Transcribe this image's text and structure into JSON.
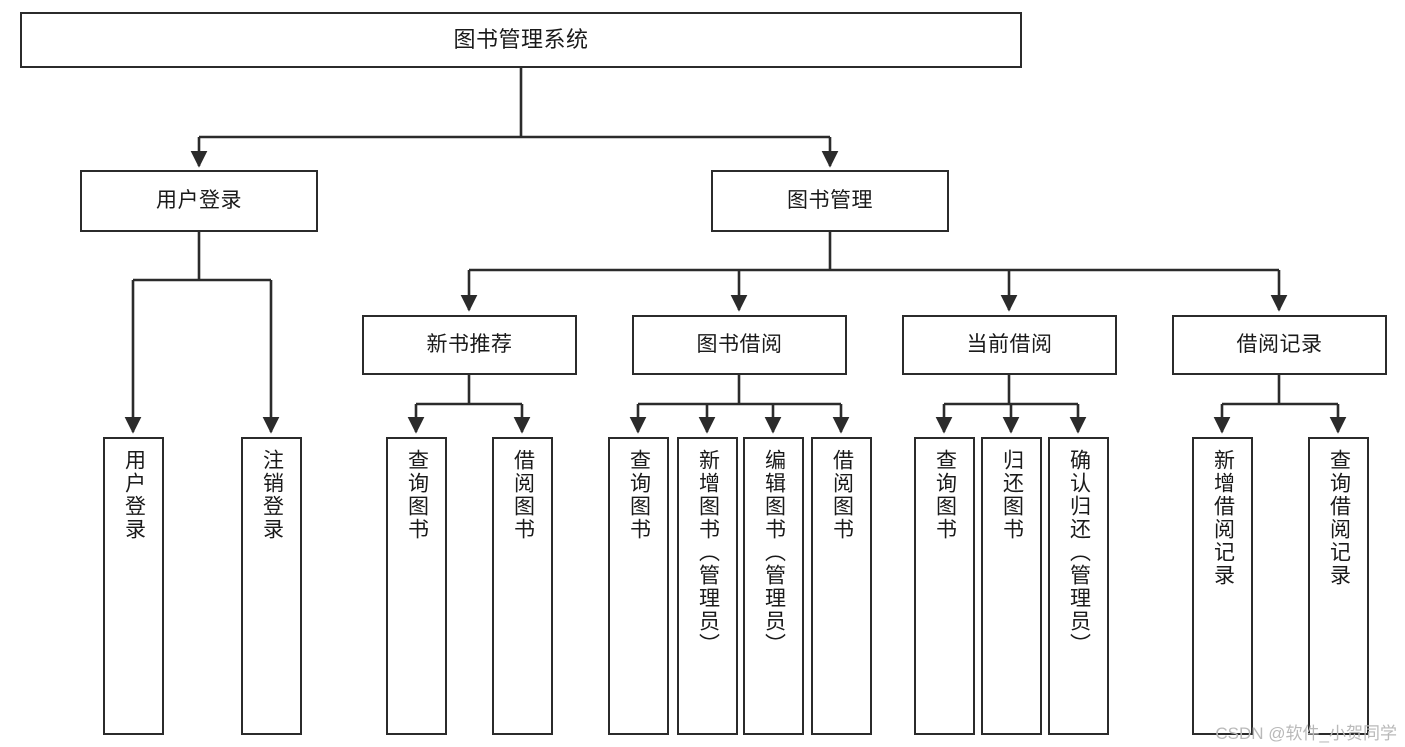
{
  "diagram": {
    "title": "图书管理系统",
    "type": "tree",
    "stroke_color": "#2b2b2b",
    "fill_color": "#ffffff",
    "text_color": "#1a1a1a"
  },
  "nodes": {
    "root": {
      "label": "图书管理系统"
    },
    "level2": [
      {
        "id": "user-login",
        "label": "用户登录"
      },
      {
        "id": "book-manage",
        "label": "图书管理"
      }
    ],
    "level3": [
      {
        "id": "new-book-recommend",
        "label": "新书推荐"
      },
      {
        "id": "book-borrow",
        "label": "图书借阅"
      },
      {
        "id": "current-borrow",
        "label": "当前借阅"
      },
      {
        "id": "borrow-record",
        "label": "借阅记录"
      }
    ],
    "leaves": {
      "user_login": [
        {
          "id": "leaf-user-login",
          "label": "用户登录"
        },
        {
          "id": "leaf-logout",
          "label": "注销登录"
        }
      ],
      "new_book_recommend": [
        {
          "id": "leaf-query-book-1",
          "label": "查询图书"
        },
        {
          "id": "leaf-borrow-book-1",
          "label": "借阅图书"
        }
      ],
      "book_borrow": [
        {
          "id": "leaf-query-book-2",
          "label": "查询图书"
        },
        {
          "id": "leaf-add-book",
          "label": "新增图书（管理员）"
        },
        {
          "id": "leaf-edit-book",
          "label": "编辑图书（管理员）"
        },
        {
          "id": "leaf-borrow-book-2",
          "label": "借阅图书"
        }
      ],
      "current_borrow": [
        {
          "id": "leaf-query-book-3",
          "label": "查询图书"
        },
        {
          "id": "leaf-return-book",
          "label": "归还图书"
        },
        {
          "id": "leaf-confirm-return",
          "label": "确认归还（管理员）"
        }
      ],
      "borrow_record": [
        {
          "id": "leaf-add-record",
          "label": "新增借阅记录"
        },
        {
          "id": "leaf-query-record",
          "label": "查询借阅记录"
        }
      ]
    }
  },
  "watermark": {
    "text": "CSDN @软件_小贺同学"
  }
}
